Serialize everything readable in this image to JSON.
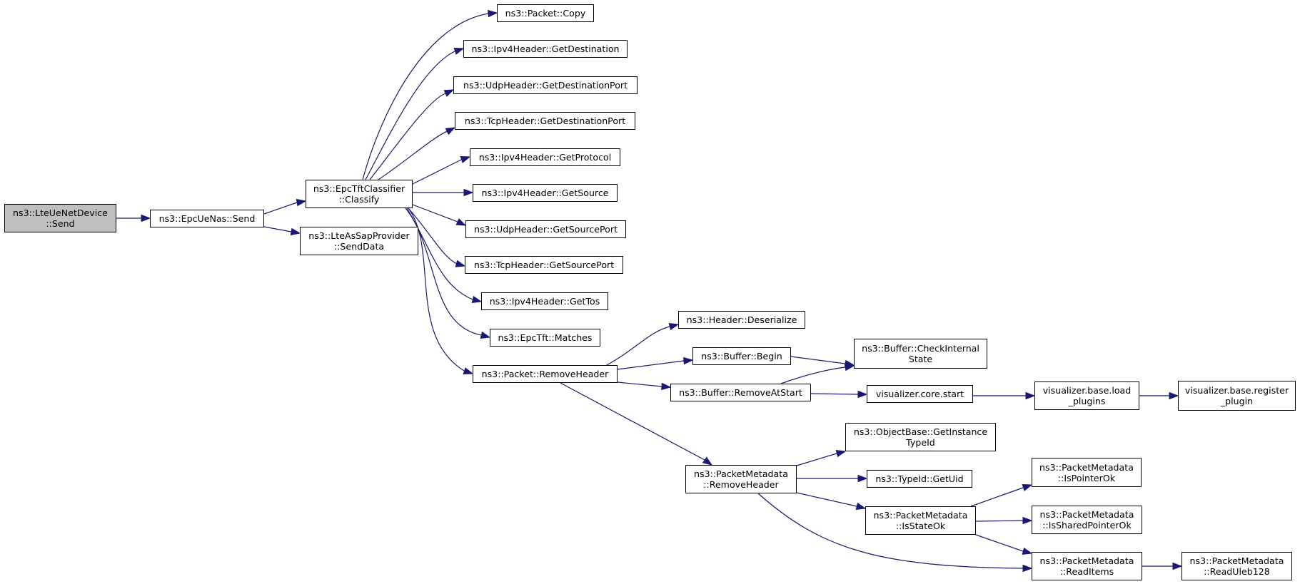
{
  "colors": {
    "edge": "#191970",
    "node_border": "#000000",
    "node_fill": "#ffffff",
    "root_fill": "#bfbfbf"
  },
  "nodes": {
    "lteuenetdevice_send": [
      "ns3::LteUeNetDevice",
      "::Send"
    ],
    "epcuenas_send": [
      "ns3::EpcUeNas::Send"
    ],
    "epctftclassifier_classify": [
      "ns3::EpcTftClassifier",
      "::Classify"
    ],
    "lteassapprovider_senddata": [
      "ns3::LteAsSapProvider",
      "::SendData"
    ],
    "packet_copy": [
      "ns3::Packet::Copy"
    ],
    "ipv4header_getdestination": [
      "ns3::Ipv4Header::GetDestination"
    ],
    "udpheader_getdestinationport": [
      "ns3::UdpHeader::GetDestinationPort"
    ],
    "tcpheader_getdestinationport": [
      "ns3::TcpHeader::GetDestinationPort"
    ],
    "ipv4header_getprotocol": [
      "ns3::Ipv4Header::GetProtocol"
    ],
    "ipv4header_getsource": [
      "ns3::Ipv4Header::GetSource"
    ],
    "udpheader_getsourceport": [
      "ns3::UdpHeader::GetSourcePort"
    ],
    "tcpheader_getsourceport": [
      "ns3::TcpHeader::GetSourcePort"
    ],
    "ipv4header_gettos": [
      "ns3::Ipv4Header::GetTos"
    ],
    "epctft_matches": [
      "ns3::EpcTft::Matches"
    ],
    "packet_removeheader": [
      "ns3::Packet::RemoveHeader"
    ],
    "header_deserialize": [
      "ns3::Header::Deserialize"
    ],
    "buffer_begin": [
      "ns3::Buffer::Begin"
    ],
    "buffer_checkinternalstate": [
      "ns3::Buffer::CheckInternal",
      "State"
    ],
    "buffer_removeatstart": [
      "ns3::Buffer::RemoveAtStart"
    ],
    "visualizer_core_start": [
      "visualizer.core.start"
    ],
    "visualizer_base_load_plugins": [
      "visualizer.base.load",
      "_plugins"
    ],
    "visualizer_base_register_plugin": [
      "visualizer.base.register",
      "_plugin"
    ],
    "packetmetadata_removeheader": [
      "ns3::PacketMetadata",
      "::RemoveHeader"
    ],
    "objectbase_getinstancetypeid": [
      "ns3::ObjectBase::GetInstance",
      "TypeId"
    ],
    "typeid_getuid": [
      "ns3::TypeId::GetUid"
    ],
    "packetmetadata_isstateok": [
      "ns3::PacketMetadata",
      "::IsStateOk"
    ],
    "packetmetadata_ispointerok": [
      "ns3::PacketMetadata",
      "::IsPointerOk"
    ],
    "packetmetadata_issharedpointerok": [
      "ns3::PacketMetadata",
      "::IsSharedPointerOk"
    ],
    "packetmetadata_readitems": [
      "ns3::PacketMetadata",
      "::ReadItems"
    ],
    "packetmetadata_readuleb128": [
      "ns3::PacketMetadata",
      "::ReadUleb128"
    ]
  }
}
